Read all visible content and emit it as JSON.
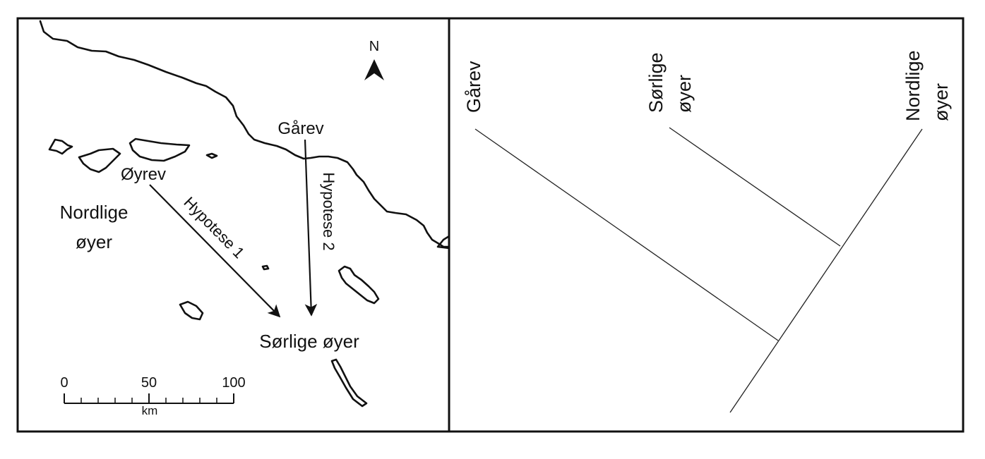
{
  "map": {
    "north_label": "N",
    "places": {
      "grarev": "Gårev",
      "oyrev": "Øyrev",
      "nordlige_line1": "Nordlige",
      "nordlige_line2": "øyer",
      "sorlige": "Sørlige øyer"
    },
    "arrows": {
      "hypothesis1": "Hypotese 1",
      "hypothesis2": "Hypotese 2"
    },
    "scale": {
      "ticks": [
        "0",
        "50",
        "100"
      ],
      "unit": "km"
    }
  },
  "tree": {
    "taxa": [
      {
        "line1": "Gårev",
        "line2": ""
      },
      {
        "line1": "Sørlige",
        "line2": "øyer"
      },
      {
        "line1": "Nordlige",
        "line2": "øyer"
      }
    ]
  },
  "colors": {
    "ink": "#111111",
    "background": "#ffffff"
  }
}
